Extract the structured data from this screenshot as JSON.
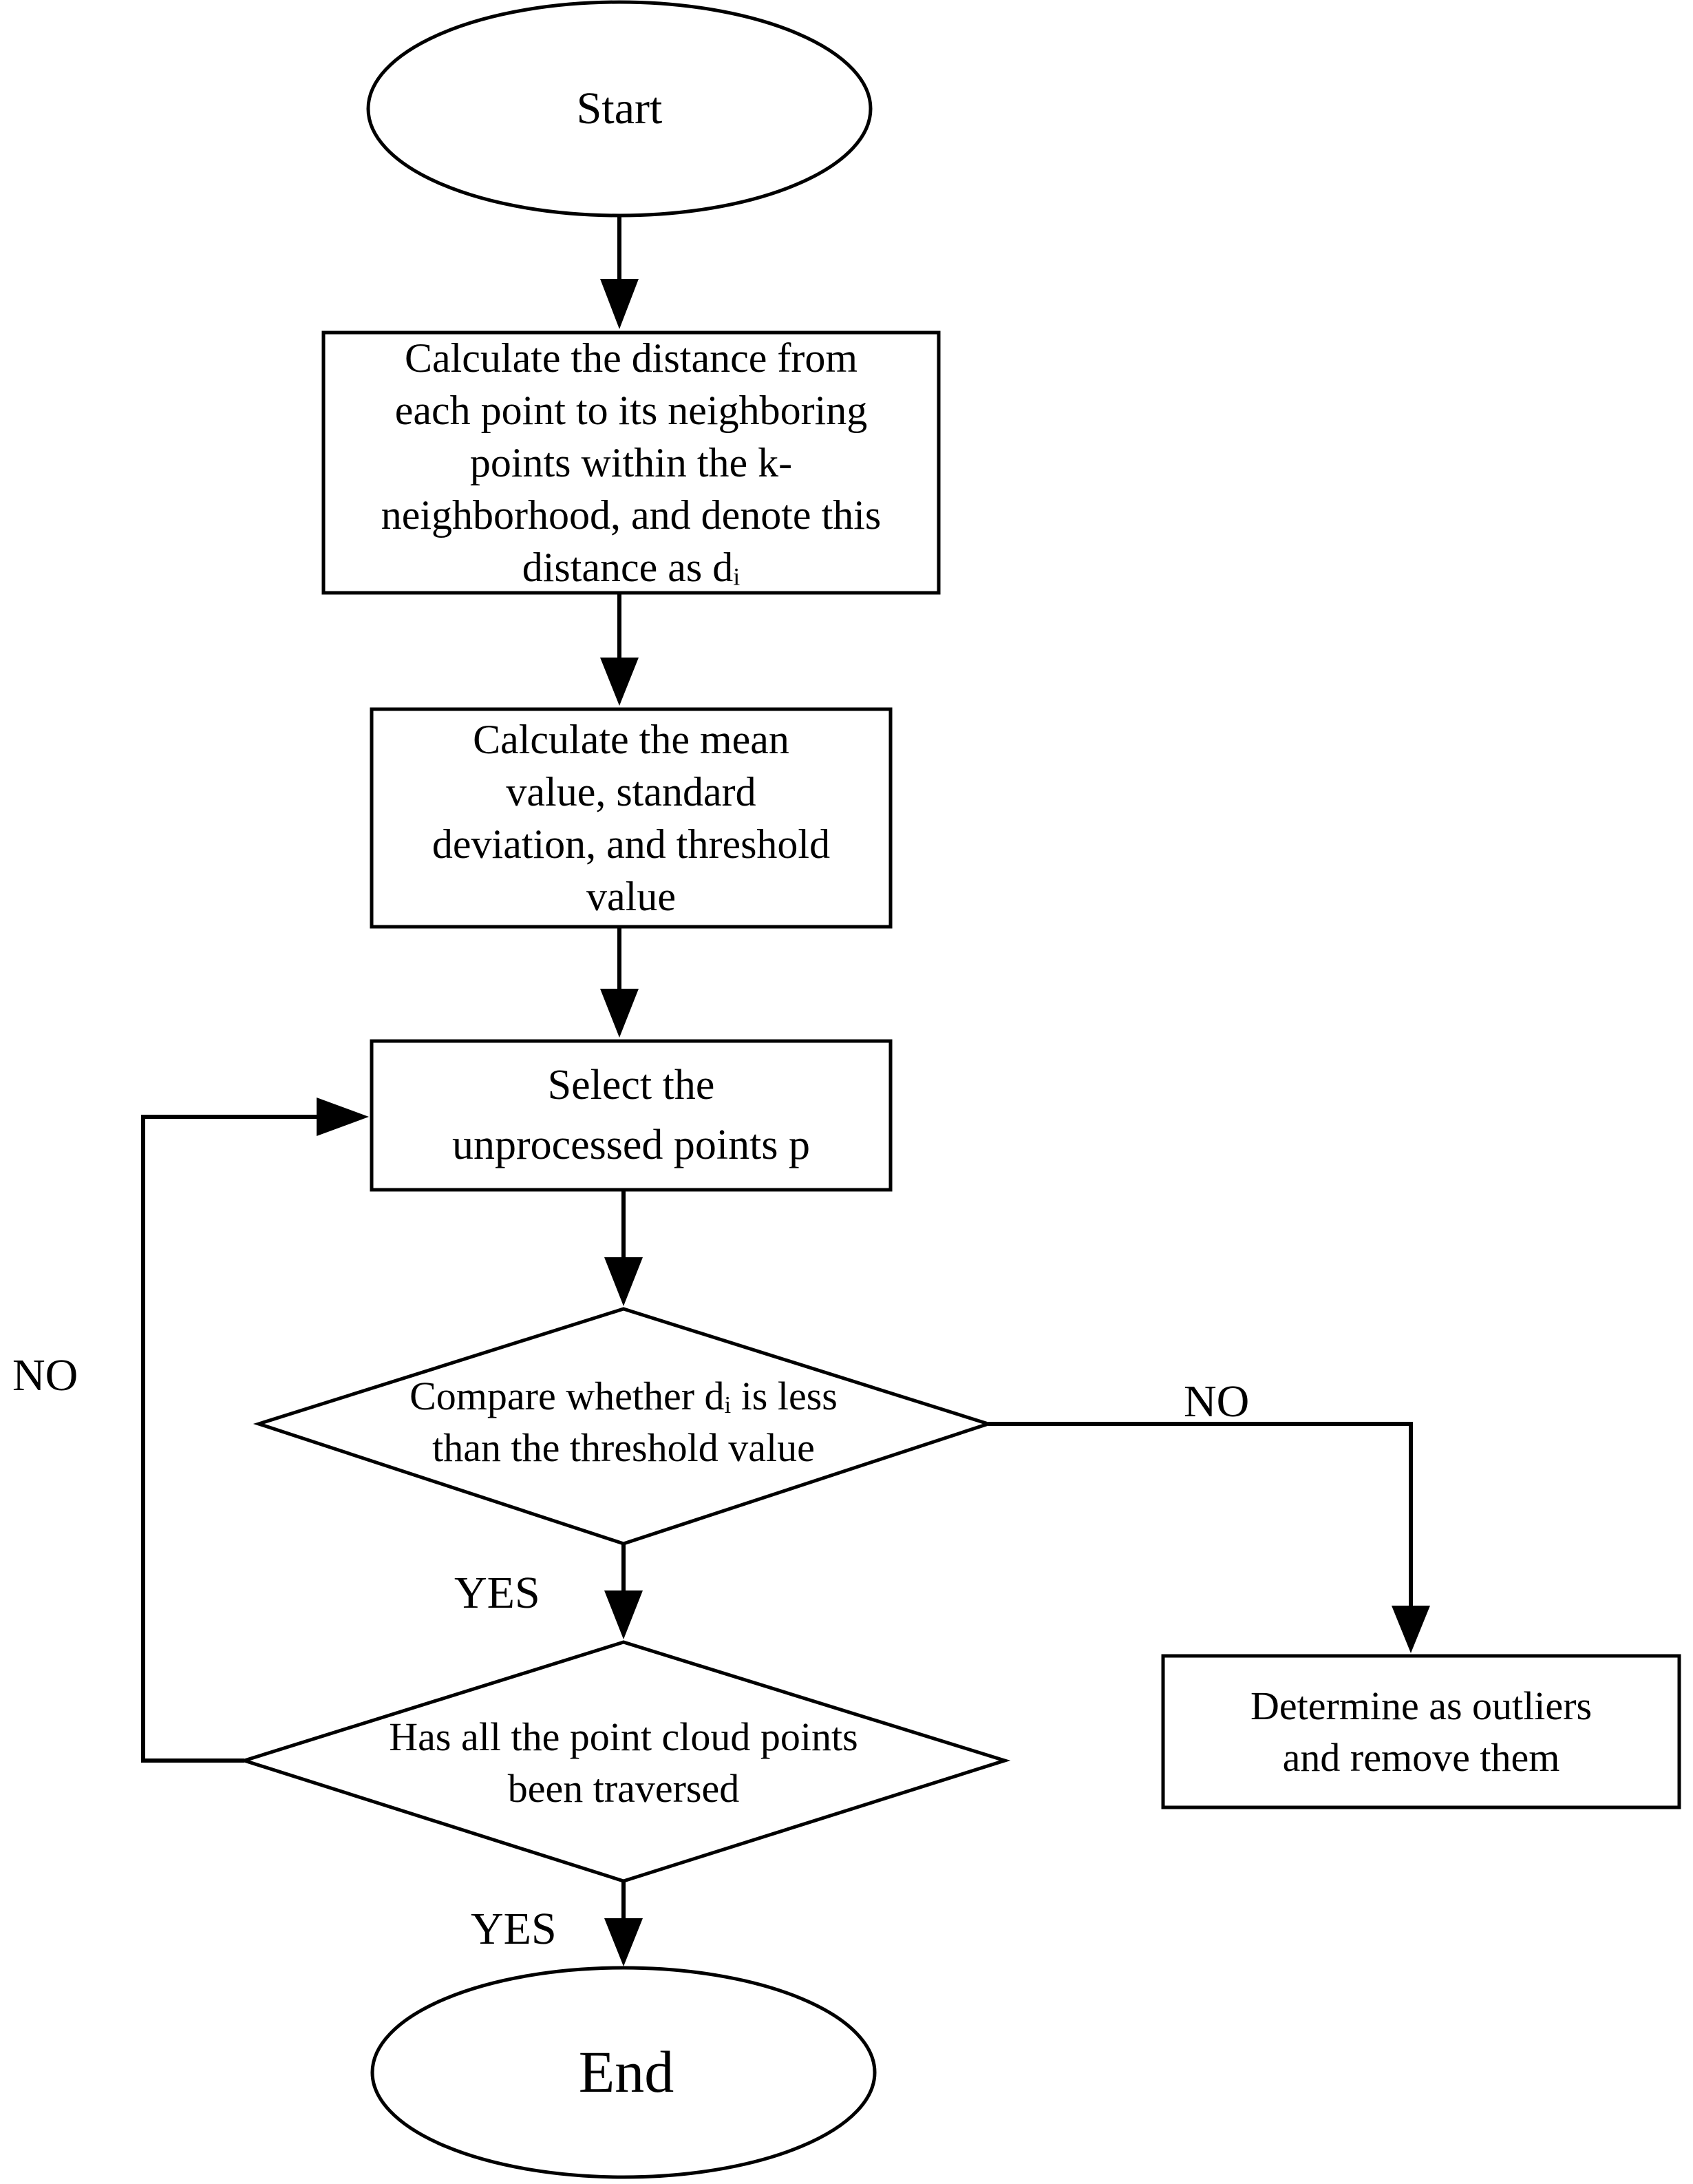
{
  "nodes": {
    "start": {
      "label": "Start"
    },
    "calc_distance": {
      "line1": "Calculate the distance from",
      "line2": "each point to its neighboring",
      "line3": "points within the k-",
      "line4": "neighborhood, and denote this",
      "line5_prefix": "distance as d",
      "line5_sub": "i"
    },
    "calc_mean": {
      "label": "Calculate the mean\nvalue, standard\ndeviation, and threshold\nvalue"
    },
    "select_point": {
      "label": "Select the\nunprocessed points p"
    },
    "compare": {
      "line1_prefix": "Compare whether d",
      "line1_sub": "i",
      "line1_suffix": " is less",
      "line2": "than the threshold value"
    },
    "traversed": {
      "label": "Has all the point cloud points\nbeen traversed"
    },
    "outliers": {
      "label": "Determine as outliers\nand remove them"
    },
    "end": {
      "label": "End"
    }
  },
  "edges": {
    "compare_yes": "YES",
    "compare_no": "NO",
    "traversed_yes": "YES",
    "traversed_no": "NO"
  }
}
